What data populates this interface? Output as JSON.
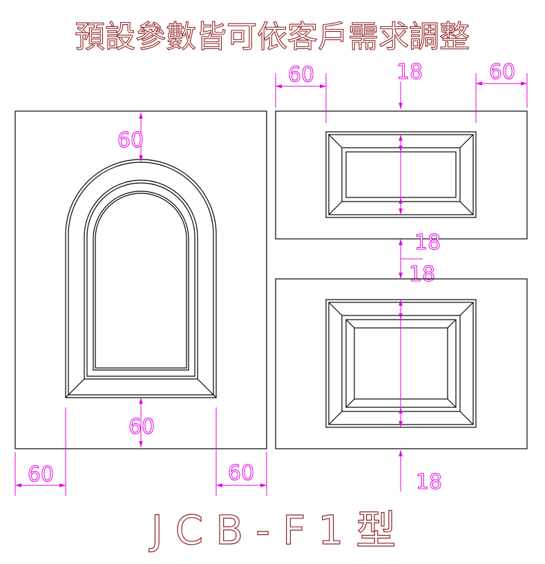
{
  "header": {
    "title": "預設參數皆可依客戶需求調整"
  },
  "footer": {
    "model": "JCB-F1型"
  },
  "dimensions": {
    "left_panel": {
      "top_margin": "60",
      "bottom_margin": "60",
      "left_margin": "60",
      "right_margin": "60"
    },
    "right_top_panel": {
      "left_margin": "60",
      "right_margin": "60",
      "top_offset": "18"
    },
    "between_panels": {
      "upper": "18",
      "lower": "18"
    },
    "right_bottom_panel": {
      "bottom_offset": "18"
    }
  },
  "colors": {
    "title_outline": "#8b1c1c",
    "dimension": "#e000e0",
    "linework": "#000000"
  }
}
